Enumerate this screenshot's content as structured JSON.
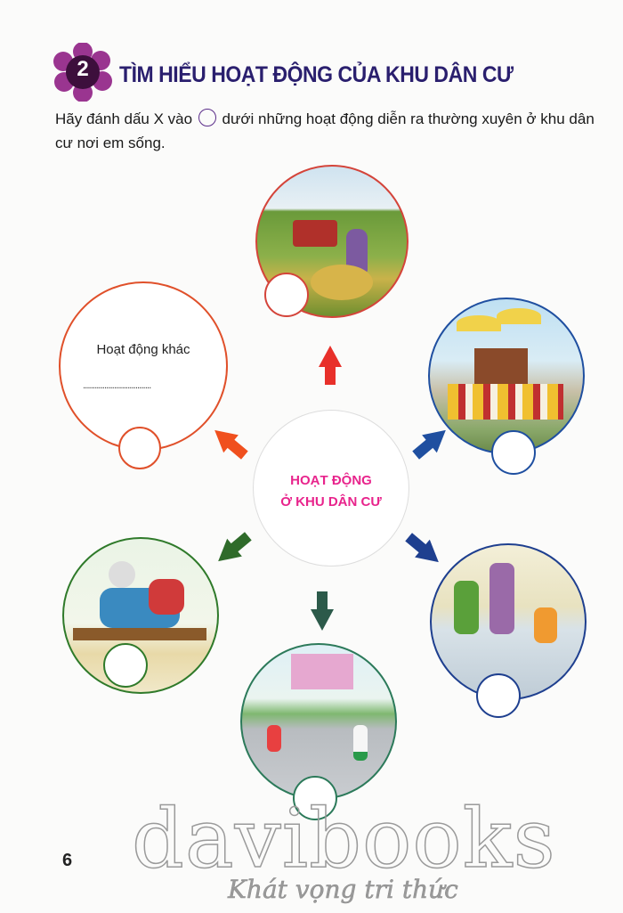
{
  "section": {
    "number": "2",
    "title": "TÌM HIỂU HOẠT ĐỘNG CỦA KHU DÂN CƯ"
  },
  "instruction": {
    "before": "Hãy đánh dấu X vào",
    "after": "dưới những hoạt động diễn ra thường xuyên ở khu dân cư nơi em sống."
  },
  "diagram": {
    "center_line1": "HOẠT ĐỘNG",
    "center_line2": "Ở KHU DÂN CƯ",
    "other_label": "Hoạt động khác",
    "other_blank": "..................................."
  },
  "page_number": "6",
  "watermark": {
    "brand": "davibooks",
    "slogan": "Khát vọng tri thức"
  },
  "colors": {
    "title": "#2a1f6e",
    "center_text": "#e8248c",
    "flower": "#8e2a88"
  }
}
